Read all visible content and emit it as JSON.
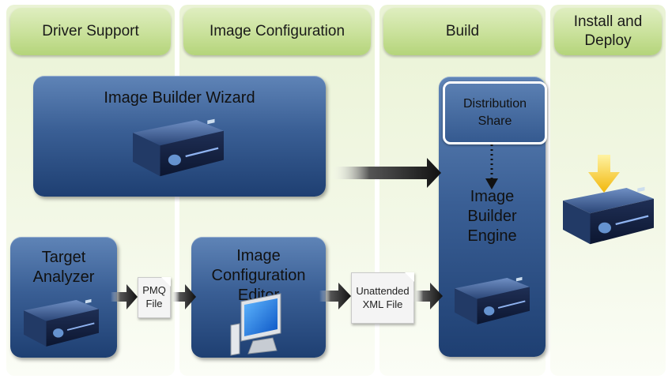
{
  "lanes": [
    {
      "title": "Driver Support"
    },
    {
      "title": "Image Configuration"
    },
    {
      "title": "Build"
    },
    {
      "title": "Install and Deploy"
    }
  ],
  "boxes": {
    "wizard": "Image Builder Wizard",
    "target_analyzer": "Target Analyzer",
    "config_editor": "Image Configuration Editor",
    "distribution_share": "Distribution Share",
    "builder_engine": "Image Builder Engine"
  },
  "documents": {
    "pmq": "PMQ File",
    "xml": "Unattended XML File"
  },
  "colors": {
    "lane_bg": "#eef5dc",
    "lane_header": "#c9e19a",
    "box_blue": "#3a5f95",
    "arrow": "#111111",
    "install_arrow": "#f5c400"
  }
}
